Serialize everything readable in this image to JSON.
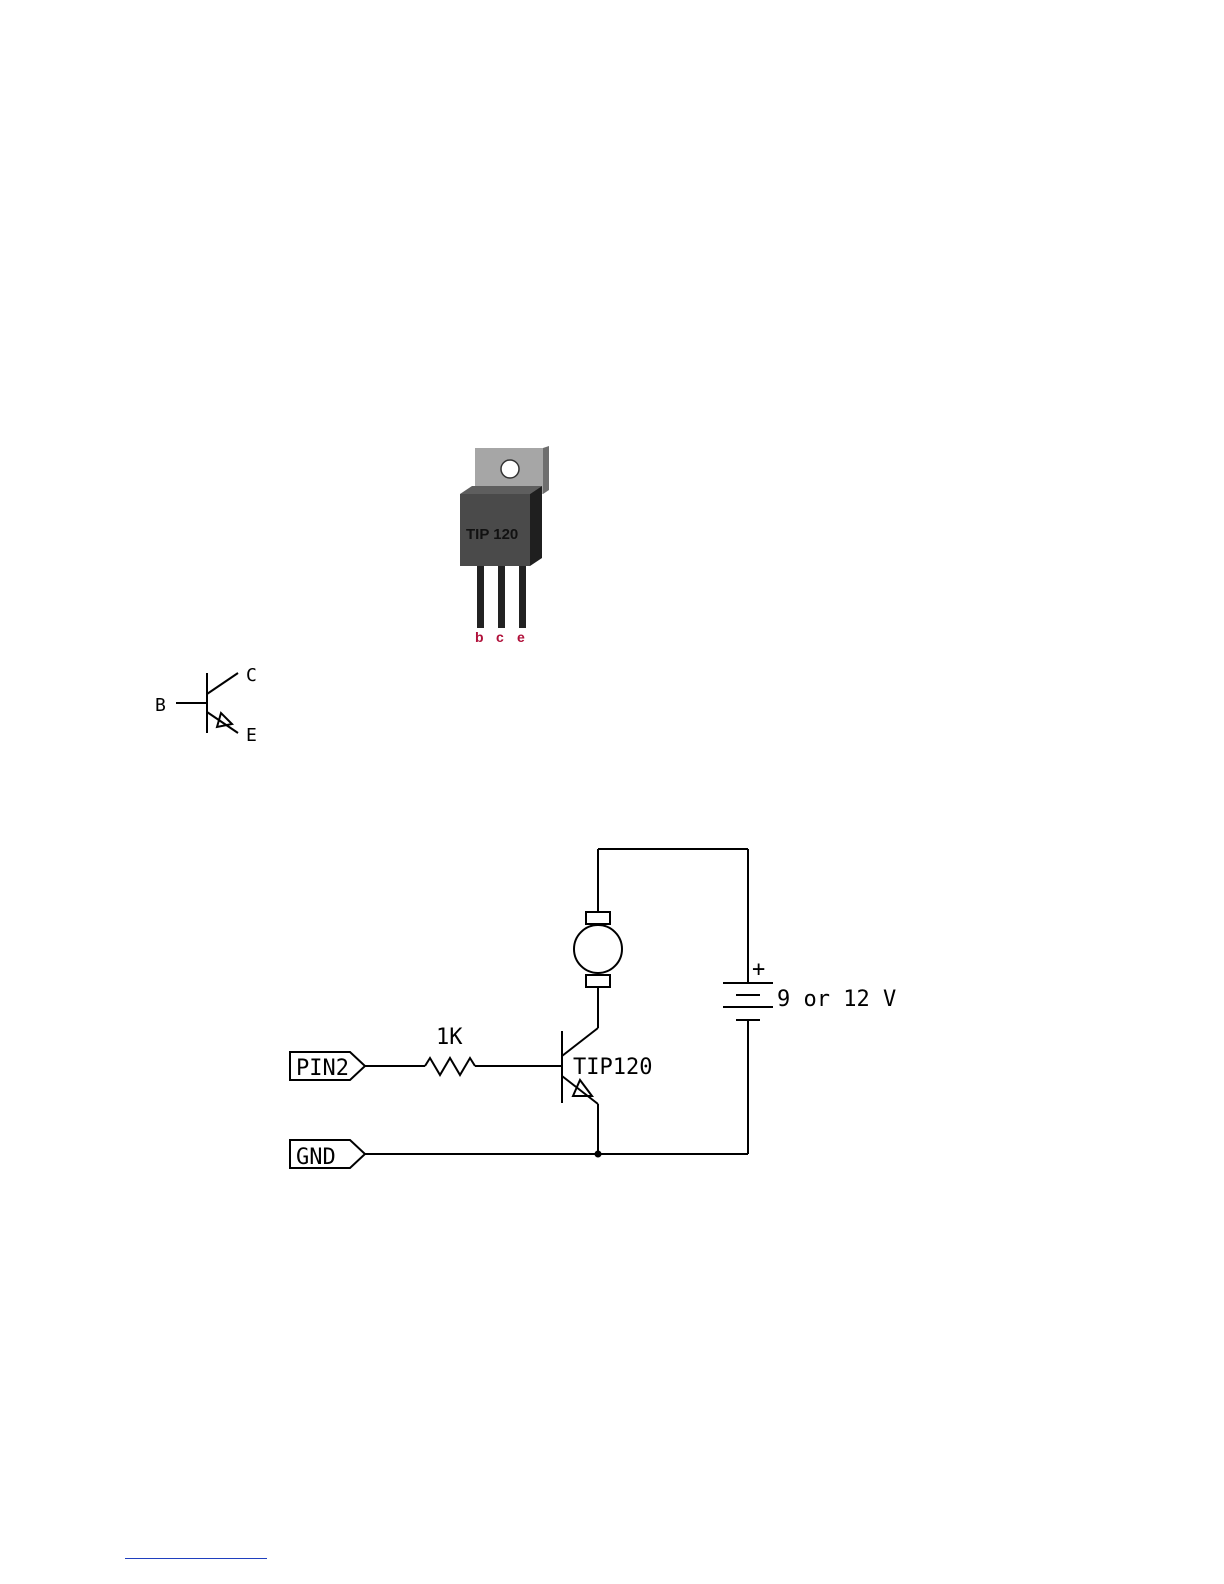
{
  "package": {
    "label": "TIP 120",
    "pins": [
      "b",
      "c",
      "e"
    ],
    "pin_color": "#b0103a",
    "body_color": "#4a4a4a",
    "tab_color": "#a6a6a6"
  },
  "symbol": {
    "base_label": "B",
    "collector_label": "C",
    "emitter_label": "E"
  },
  "schematic": {
    "pin2_label": "PIN2",
    "gnd_label": "GND",
    "resistor_label": "1K",
    "transistor_label": "TIP120",
    "battery_plus": "+",
    "battery_label": "9 or 12 V"
  }
}
